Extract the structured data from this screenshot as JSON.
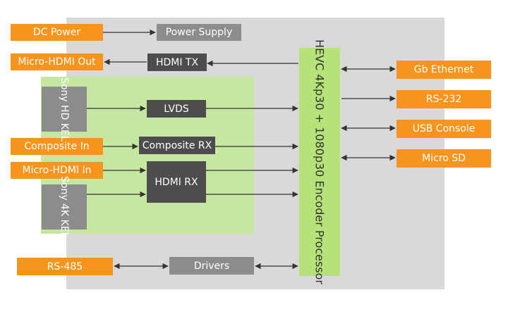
{
  "diagram": {
    "blocks": {
      "dc_power": "DC Power",
      "power_supply": "Power Supply",
      "micro_hdmi_out": "Micro-HDMI Out",
      "hdmi_tx": "HDMI TX",
      "sony_hd_kel": "Sony HD KEL",
      "lvds": "LVDS",
      "composite_in": "Composite In",
      "composite_rx": "Composite RX",
      "micro_hdmi_in": "Micro-HDMI In",
      "hdmi_rx": "HDMI RX",
      "sony_4k_kel": "Sony 4K KEL",
      "rs485": "RS-485",
      "drivers": "Drivers",
      "processor": "HEVC 4Kp30 + 1080p30 Encoder Processor",
      "gb_ethernet": "Gb Ethernet",
      "rs232": "RS-232",
      "usb_console": "USB Console",
      "micro_sd": "Micro SD"
    },
    "colors": {
      "orange": "#f7941d",
      "gray_block": "#8c8c8c",
      "dark_block": "#4d4d4d",
      "processor_green": "#b5e37a",
      "panel_gray": "#d9d9d9",
      "panel_green": "#c6e79f"
    }
  }
}
